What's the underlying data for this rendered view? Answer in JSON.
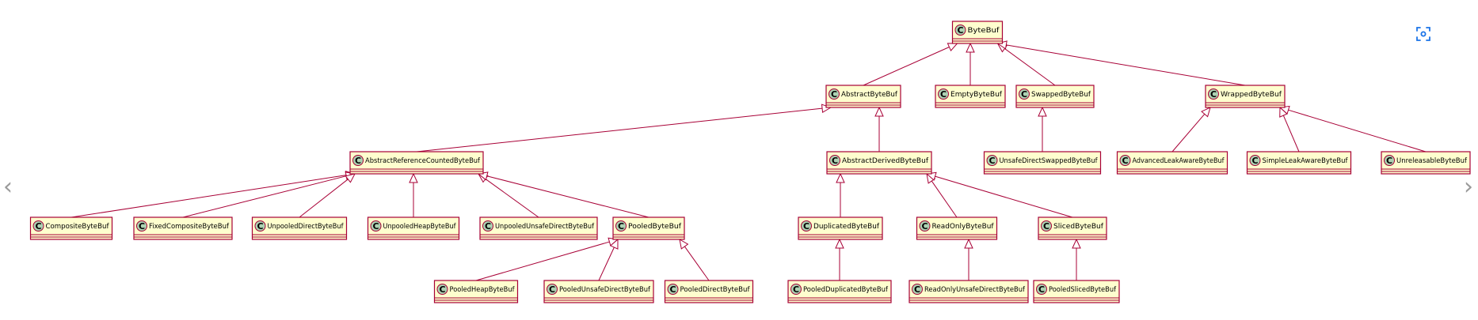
{
  "diagram": {
    "colors": {
      "class_fill": "#FEFECE",
      "border": "#A80036",
      "icon_fill": "#ADD1B2",
      "nav": "#9a9a9a",
      "scan_icon": "#1a73e8"
    },
    "icon_letter": "C",
    "classes": [
      {
        "id": "ByteBuf",
        "label": "ByteBuf"
      },
      {
        "id": "AbstractByteBuf",
        "label": "AbstractByteBuf"
      },
      {
        "id": "EmptyByteBuf",
        "label": "EmptyByteBuf"
      },
      {
        "id": "SwappedByteBuf",
        "label": "SwappedByteBuf"
      },
      {
        "id": "WrappedByteBuf",
        "label": "WrappedByteBuf"
      },
      {
        "id": "AbstractReferenceCountedByteBuf",
        "label": "AbstractReferenceCountedByteBuf"
      },
      {
        "id": "AbstractDerivedByteBuf",
        "label": "AbstractDerivedByteBuf"
      },
      {
        "id": "UnsafeDirectSwappedByteBuf",
        "label": "UnsafeDirectSwappedByteBuf"
      },
      {
        "id": "AdvancedLeakAwareByteBuf",
        "label": "AdvancedLeakAwareByteBuf"
      },
      {
        "id": "SimpleLeakAwareByteBuf",
        "label": "SimpleLeakAwareByteBuf"
      },
      {
        "id": "UnreleasableByteBuf",
        "label": "UnreleasableByteBuf"
      },
      {
        "id": "CompositeByteBuf",
        "label": "CompositeByteBuf"
      },
      {
        "id": "FixedCompositeByteBuf",
        "label": "FixedCompositeByteBuf"
      },
      {
        "id": "UnpooledDirectByteBuf",
        "label": "UnpooledDirectByteBuf"
      },
      {
        "id": "UnpooledHeapByteBuf",
        "label": "UnpooledHeapByteBuf"
      },
      {
        "id": "UnpooledUnsafeDirectByteBuf",
        "label": "UnpooledUnsafeDirectByteBuf"
      },
      {
        "id": "PooledByteBuf",
        "label": "PooledByteBuf"
      },
      {
        "id": "DuplicatedByteBuf",
        "label": "DuplicatedByteBuf"
      },
      {
        "id": "ReadOnlyByteBuf",
        "label": "ReadOnlyByteBuf"
      },
      {
        "id": "SlicedByteBuf",
        "label": "SlicedByteBuf"
      },
      {
        "id": "PooledHeapByteBuf",
        "label": "PooledHeapByteBuf"
      },
      {
        "id": "PooledUnsafeDirectByteBuf",
        "label": "PooledUnsafeDirectByteBuf"
      },
      {
        "id": "PooledDirectByteBuf",
        "label": "PooledDirectByteBuf"
      },
      {
        "id": "PooledDuplicatedByteBuf",
        "label": "PooledDuplicatedByteBuf"
      },
      {
        "id": "ReadOnlyUnsafeDirectByteBuf",
        "label": "ReadOnlyUnsafeDirectByteBuf"
      },
      {
        "id": "PooledSlicedByteBuf",
        "label": "PooledSlicedByteBuf"
      }
    ],
    "inheritance": [
      {
        "child": "AbstractByteBuf",
        "parent": "ByteBuf"
      },
      {
        "child": "EmptyByteBuf",
        "parent": "ByteBuf"
      },
      {
        "child": "SwappedByteBuf",
        "parent": "ByteBuf"
      },
      {
        "child": "WrappedByteBuf",
        "parent": "ByteBuf"
      },
      {
        "child": "AbstractReferenceCountedByteBuf",
        "parent": "AbstractByteBuf"
      },
      {
        "child": "AbstractDerivedByteBuf",
        "parent": "AbstractByteBuf"
      },
      {
        "child": "UnsafeDirectSwappedByteBuf",
        "parent": "SwappedByteBuf"
      },
      {
        "child": "AdvancedLeakAwareByteBuf",
        "parent": "WrappedByteBuf"
      },
      {
        "child": "SimpleLeakAwareByteBuf",
        "parent": "WrappedByteBuf"
      },
      {
        "child": "UnreleasableByteBuf",
        "parent": "WrappedByteBuf"
      },
      {
        "child": "CompositeByteBuf",
        "parent": "AbstractReferenceCountedByteBuf"
      },
      {
        "child": "FixedCompositeByteBuf",
        "parent": "AbstractReferenceCountedByteBuf"
      },
      {
        "child": "UnpooledDirectByteBuf",
        "parent": "AbstractReferenceCountedByteBuf"
      },
      {
        "child": "UnpooledHeapByteBuf",
        "parent": "AbstractReferenceCountedByteBuf"
      },
      {
        "child": "UnpooledUnsafeDirectByteBuf",
        "parent": "AbstractReferenceCountedByteBuf"
      },
      {
        "child": "PooledByteBuf",
        "parent": "AbstractReferenceCountedByteBuf"
      },
      {
        "child": "DuplicatedByteBuf",
        "parent": "AbstractDerivedByteBuf"
      },
      {
        "child": "ReadOnlyByteBuf",
        "parent": "AbstractDerivedByteBuf"
      },
      {
        "child": "SlicedByteBuf",
        "parent": "AbstractDerivedByteBuf"
      },
      {
        "child": "PooledHeapByteBuf",
        "parent": "PooledByteBuf"
      },
      {
        "child": "PooledUnsafeDirectByteBuf",
        "parent": "PooledByteBuf"
      },
      {
        "child": "PooledDirectByteBuf",
        "parent": "PooledByteBuf"
      },
      {
        "child": "PooledDuplicatedByteBuf",
        "parent": "DuplicatedByteBuf"
      },
      {
        "child": "ReadOnlyUnsafeDirectByteBuf",
        "parent": "ReadOnlyByteBuf"
      },
      {
        "child": "PooledSlicedByteBuf",
        "parent": "SlicedByteBuf"
      }
    ]
  },
  "controls": {
    "prev_label": "‹",
    "next_label": "›",
    "scan_icon": "scan-icon"
  }
}
